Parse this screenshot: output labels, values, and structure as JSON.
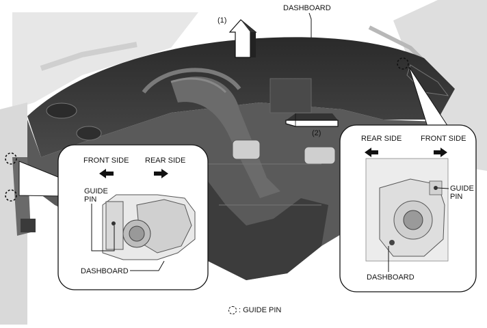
{
  "labels": {
    "dashboard_top": "DASHBOARD",
    "step1": "(1)",
    "step2": "(2)",
    "left_inset": {
      "front_side": "FRONT SIDE",
      "rear_side": "REAR SIDE",
      "guide_pin_line1": "GUIDE",
      "guide_pin_line2": "PIN",
      "dashboard": "DASHBOARD"
    },
    "right_inset": {
      "rear_side": "REAR SIDE",
      "front_side": "FRONT SIDE",
      "guide_pin_line1": "GUIDE",
      "guide_pin_line2": "PIN",
      "dashboard": "DASHBOARD"
    }
  },
  "legend": {
    "icon": "dashed-circle-guide-pin",
    "text": ": GUIDE PIN"
  }
}
